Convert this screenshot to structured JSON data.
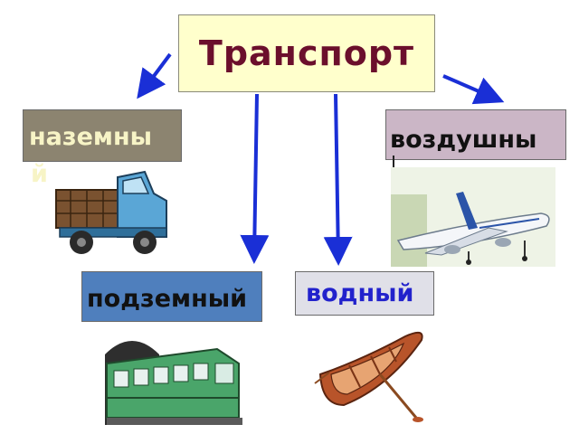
{
  "title": "Транспорт",
  "categories": {
    "ground": {
      "label": "наземны",
      "tail": "й",
      "box_color": "#8c8470",
      "text_color": "#f7f4c6",
      "picture": "truck"
    },
    "air": {
      "label": "воздушны",
      "box_color": "#cbb6c6",
      "text_color": "#111111",
      "picture": "airplane"
    },
    "underground": {
      "label": "подземный",
      "box_color": "#4f7fbd",
      "text_color": "#111111",
      "picture": "metro-train"
    },
    "water": {
      "label": "водный",
      "box_color": "#e0e0e8",
      "text_color": "#2222cc",
      "picture": "rowboat"
    }
  },
  "colors": {
    "arrow": "#1a2fd6",
    "title_text": "#6b0f2c",
    "title_box": "#ffffcc"
  }
}
